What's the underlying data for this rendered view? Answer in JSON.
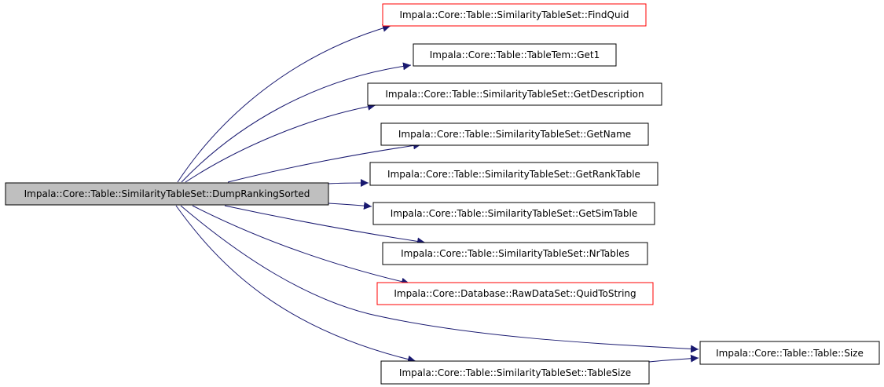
{
  "graph": {
    "colors": {
      "edge": "#191970",
      "root_fill": "#bfbfbf",
      "normal_border": "#000000",
      "highlight_border": "#ff0000",
      "node_fill": "#ffffff"
    },
    "root": {
      "id": "root",
      "label": "Impala::Core::Table::SimilarityTableSet::DumpRankingSorted",
      "style": "root"
    },
    "nodes": [
      {
        "id": "findquid",
        "label": "Impala::Core::Table::SimilarityTableSet::FindQuid",
        "style": "highlight"
      },
      {
        "id": "get1",
        "label": "Impala::Core::Table::TableTem::Get1",
        "style": "normal"
      },
      {
        "id": "getdescription",
        "label": "Impala::Core::Table::SimilarityTableSet::GetDescription",
        "style": "normal"
      },
      {
        "id": "getname",
        "label": "Impala::Core::Table::SimilarityTableSet::GetName",
        "style": "normal"
      },
      {
        "id": "getranktable",
        "label": "Impala::Core::Table::SimilarityTableSet::GetRankTable",
        "style": "normal"
      },
      {
        "id": "getsimtable",
        "label": "Impala::Core::Table::SimilarityTableSet::GetSimTable",
        "style": "normal"
      },
      {
        "id": "nrtables",
        "label": "Impala::Core::Table::SimilarityTableSet::NrTables",
        "style": "normal"
      },
      {
        "id": "quidtostring",
        "label": "Impala::Core::Database::RawDataSet::QuidToString",
        "style": "highlight"
      },
      {
        "id": "tablesize",
        "label": "Impala::Core::Table::SimilarityTableSet::TableSize",
        "style": "normal"
      },
      {
        "id": "size",
        "label": "Impala::Core::Table::Table::Size",
        "style": "normal"
      }
    ],
    "edges": [
      {
        "from": "root",
        "to": "findquid"
      },
      {
        "from": "root",
        "to": "get1"
      },
      {
        "from": "root",
        "to": "getdescription"
      },
      {
        "from": "root",
        "to": "getname"
      },
      {
        "from": "root",
        "to": "getranktable"
      },
      {
        "from": "root",
        "to": "getsimtable"
      },
      {
        "from": "root",
        "to": "nrtables"
      },
      {
        "from": "root",
        "to": "quidtostring"
      },
      {
        "from": "root",
        "to": "size"
      },
      {
        "from": "root",
        "to": "tablesize"
      },
      {
        "from": "tablesize",
        "to": "size"
      }
    ]
  }
}
